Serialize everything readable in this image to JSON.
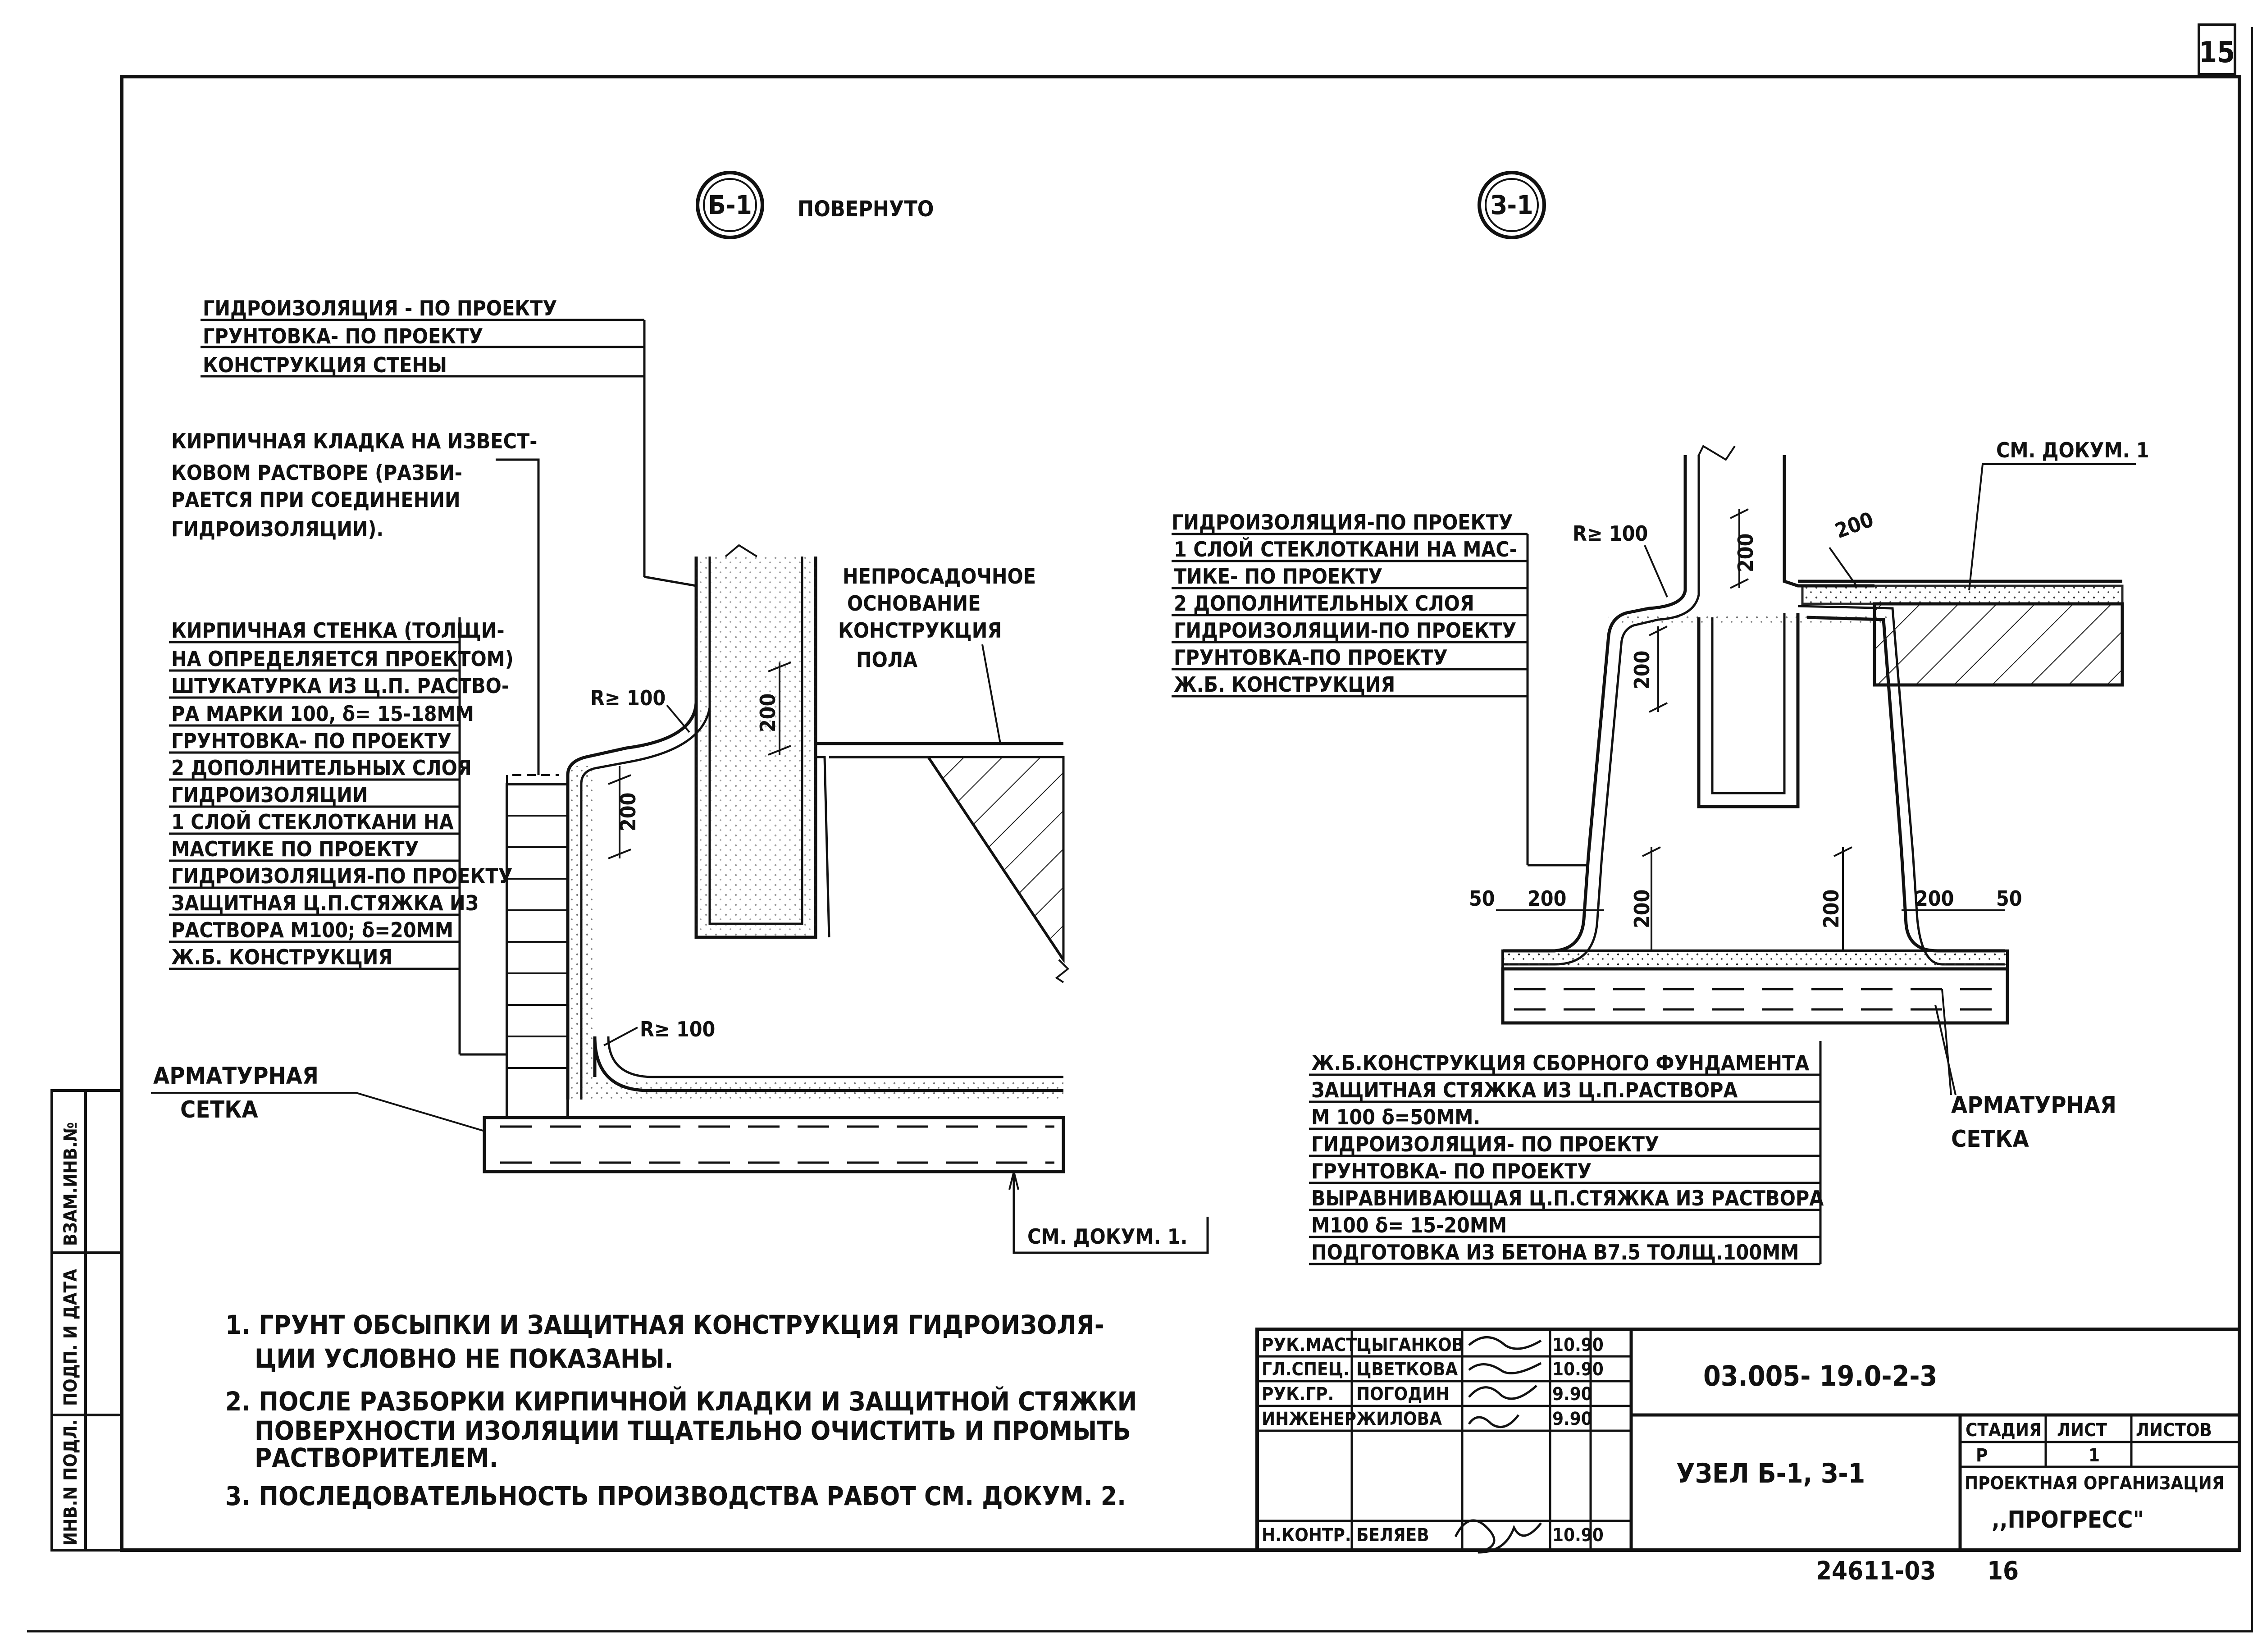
{
  "sheet": {
    "number": "15",
    "bottom_code": "24611-03",
    "bottom_page": "16"
  },
  "left_strip": [
    "ИНВ.N ПОДЛ.",
    "ПОДП. И ДАТА",
    "ВЗАМ.ИНВ.№"
  ],
  "detail_b1": {
    "marker": "Б-1",
    "marker_note": "ПОВЕРНУТО",
    "wall_stack": [
      "ГИДРОИЗОЛЯЦИЯ - ПО ПРОЕКТУ",
      "ГРУНТОВКА- ПО ПРОЕКТУ",
      "КОНСТРУКЦИЯ СТЕНЫ"
    ],
    "brick_note": [
      "КИРПИЧНАЯ КЛАДКА НА ИЗВЕСТ-",
      "КОВОМ РАСТВОРЕ (РАЗБИ-",
      "РАЕТСЯ ПРИ СОЕДИНЕНИИ",
      "ГИДРОИЗОЛЯЦИИ)."
    ],
    "layer_stack": [
      "КИРПИЧНАЯ СТЕНКА (ТОЛЩИ-",
      "НА ОПРЕДЕЛЯЕТСЯ ПРОЕКТОМ)",
      "ШТУКАТУРКА ИЗ Ц.П. РАСТВО-",
      "РА МАРКИ 100, δ= 15-18ММ",
      "ГРУНТОВКА- ПО ПРОЕКТУ",
      "2 ДОПОЛНИТЕЛЬНЫХ СЛОЯ",
      "ГИДРОИЗОЛЯЦИИ",
      "1 СЛОЙ СТЕКЛОТКАНИ НА",
      "МАСТИКЕ ПО ПРОЕКТУ",
      "ГИДРОИЗОЛЯЦИЯ-ПО ПРОЕКТУ",
      "ЗАЩИТНАЯ Ц.П.СТЯЖКА ИЗ",
      "РАСТВОРА М100; δ=20ММ",
      "Ж.Б. КОНСТРУКЦИЯ"
    ],
    "floor_note": [
      "НЕПРОСАДОЧНОЕ",
      "ОСНОВАНИЕ",
      "КОНСТРУКЦИЯ",
      "ПОЛА"
    ],
    "radius_top": "R≥ 100",
    "radius_bottom": "R≥ 100",
    "dim_a": "200",
    "dim_b": "200",
    "mesh": [
      "АРМАТУРНАЯ",
      "СЕТКА"
    ],
    "ref": "СМ. ДОКУМ. 1."
  },
  "detail_z1": {
    "marker": "З-1",
    "ref": "СМ. ДОКУМ. 1",
    "layer_stack": [
      "ГИДРОИЗОЛЯЦИЯ-ПО ПРОЕКТУ",
      "1 СЛОЙ СТЕКЛОТКАНИ НА МАС-",
      "ТИКЕ- ПО ПРОЕКТУ",
      "2 ДОПОЛНИТЕЛЬНЫХ СЛОЯ",
      "ГИДРОИЗОЛЯЦИИ-ПО ПРОЕКТУ",
      "ГРУНТОВКА-ПО ПРОЕКТУ",
      "Ж.Б. КОНСТРУКЦИЯ"
    ],
    "radius": "R≥ 100",
    "dims": {
      "top_slant": "200",
      "col_upper": "200",
      "col_lower": "200",
      "base_left": "200",
      "base_right": "200",
      "left_50": "50",
      "left_200": "200",
      "right_200": "200",
      "right_50": "50"
    },
    "bottom_stack": [
      "Ж.Б.КОНСТРУКЦИЯ СБОРНОГО ФУНДАМЕНТА",
      "ЗАЩИТНАЯ СТЯЖКА ИЗ Ц.П.РАСТВОРА",
      "М 100 δ=50ММ.",
      "ГИДРОИЗОЛЯЦИЯ- ПО ПРОЕКТУ",
      "ГРУНТОВКА- ПО ПРОЕКТУ",
      "ВЫРАВНИВАЮЩАЯ Ц.П.СТЯЖКА ИЗ РАСТВОРА",
      "М100 δ= 15-20ММ",
      "ПОДГОТОВКА ИЗ БЕТОНА В7.5 ТОЛЩ.100ММ"
    ],
    "mesh": [
      "АРМАТУРНАЯ",
      "СЕТКА"
    ]
  },
  "notes": [
    "1. ГРУНТ ОБСЫПКИ И ЗАЩИТНАЯ КОНСТРУКЦИЯ ГИДРОИЗОЛЯ-",
    "ЦИИ УСЛОВНО НЕ ПОКАЗАНЫ.",
    "2. ПОСЛЕ РАЗБОРКИ КИРПИЧНОЙ КЛАДКИ И ЗАЩИТНОЙ СТЯЖКИ",
    "ПОВЕРХНОСТИ ИЗОЛЯЦИИ ТЩАТЕЛЬНО ОЧИСТИТЬ И ПРОМЫТЬ",
    "РАСТВОРИТЕЛЕМ.",
    "3. ПОСЛЕДОВАТЕЛЬНОСТЬ ПРОИЗВОДСТВА РАБОТ СМ. ДОКУМ. 2."
  ],
  "title_block": {
    "rows": [
      {
        "role": "РУК.МАСТ",
        "name": "ЦЫГАНКОВ",
        "date": "10.90"
      },
      {
        "role": "ГЛ.СПЕЦ.",
        "name": "ЦВЕТКОВА",
        "date": "10.90"
      },
      {
        "role": "РУК.ГР.",
        "name": "ПОГОДИН",
        "date": "9.90"
      },
      {
        "role": "ИНЖЕНЕР",
        "name": "ЖИЛОВА",
        "date": "9.90"
      },
      {
        "role": "Н.КОНТР.",
        "name": "БЕЛЯЕВ",
        "date": "10.90"
      }
    ],
    "code": "03.005- 19.0-2-3",
    "title": "УЗЕЛ Б-1, З-1",
    "stage_header": "СТАДИЯ",
    "sheet_header": "ЛИСТ",
    "sheets_header": "ЛИСТОВ",
    "stage": "Р",
    "sheet": "1",
    "org_1": "ПРОЕКТНАЯ ОРГАНИЗАЦИЯ",
    "org_2": ",,ПРОГРЕСС\""
  }
}
